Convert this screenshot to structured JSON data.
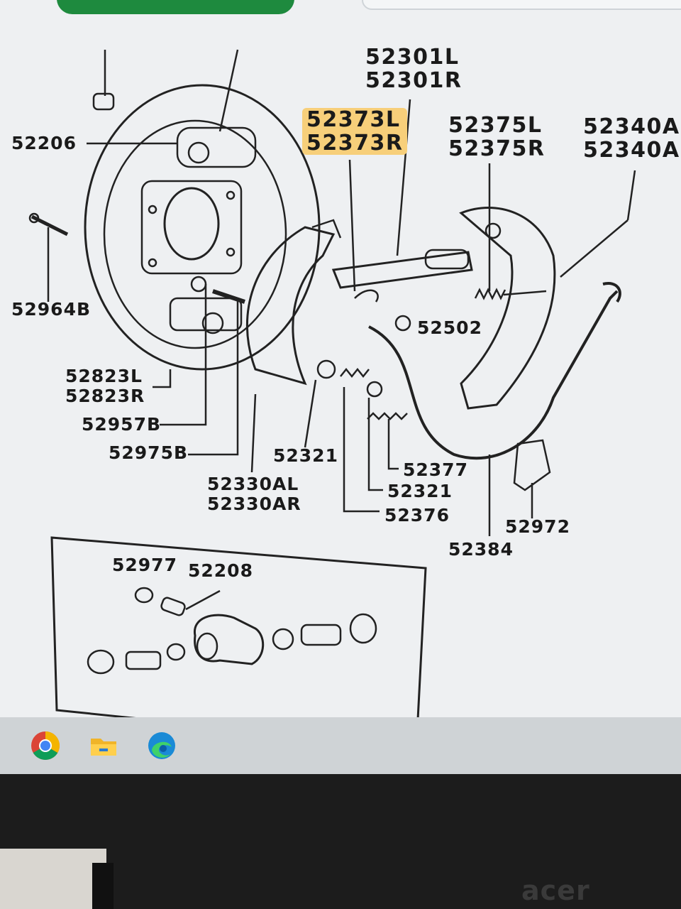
{
  "diagram": {
    "labels": {
      "p52206": "52206",
      "p52301": "52301L\n52301R",
      "p52373": "52373L\n52373R",
      "p52375": "52375L\n52375R",
      "p52340": "52340A\n52340A",
      "p52964": "52964B",
      "p52502": "52502",
      "p52823": "52823L\n52823R",
      "p52957": "52957B",
      "p52975": "52975B",
      "p52321a": "52321",
      "p52330": "52330AL\n52330AR",
      "p52377": "52377",
      "p52321b": "52321",
      "p52376": "52376",
      "p52972": "52972",
      "p52384": "52384",
      "p52977": "52977",
      "p52208": "52208"
    }
  },
  "taskbar": {
    "icons": [
      "chrome-icon",
      "file-explorer-icon",
      "edge-icon"
    ]
  },
  "monitor": {
    "brand": "acer"
  }
}
